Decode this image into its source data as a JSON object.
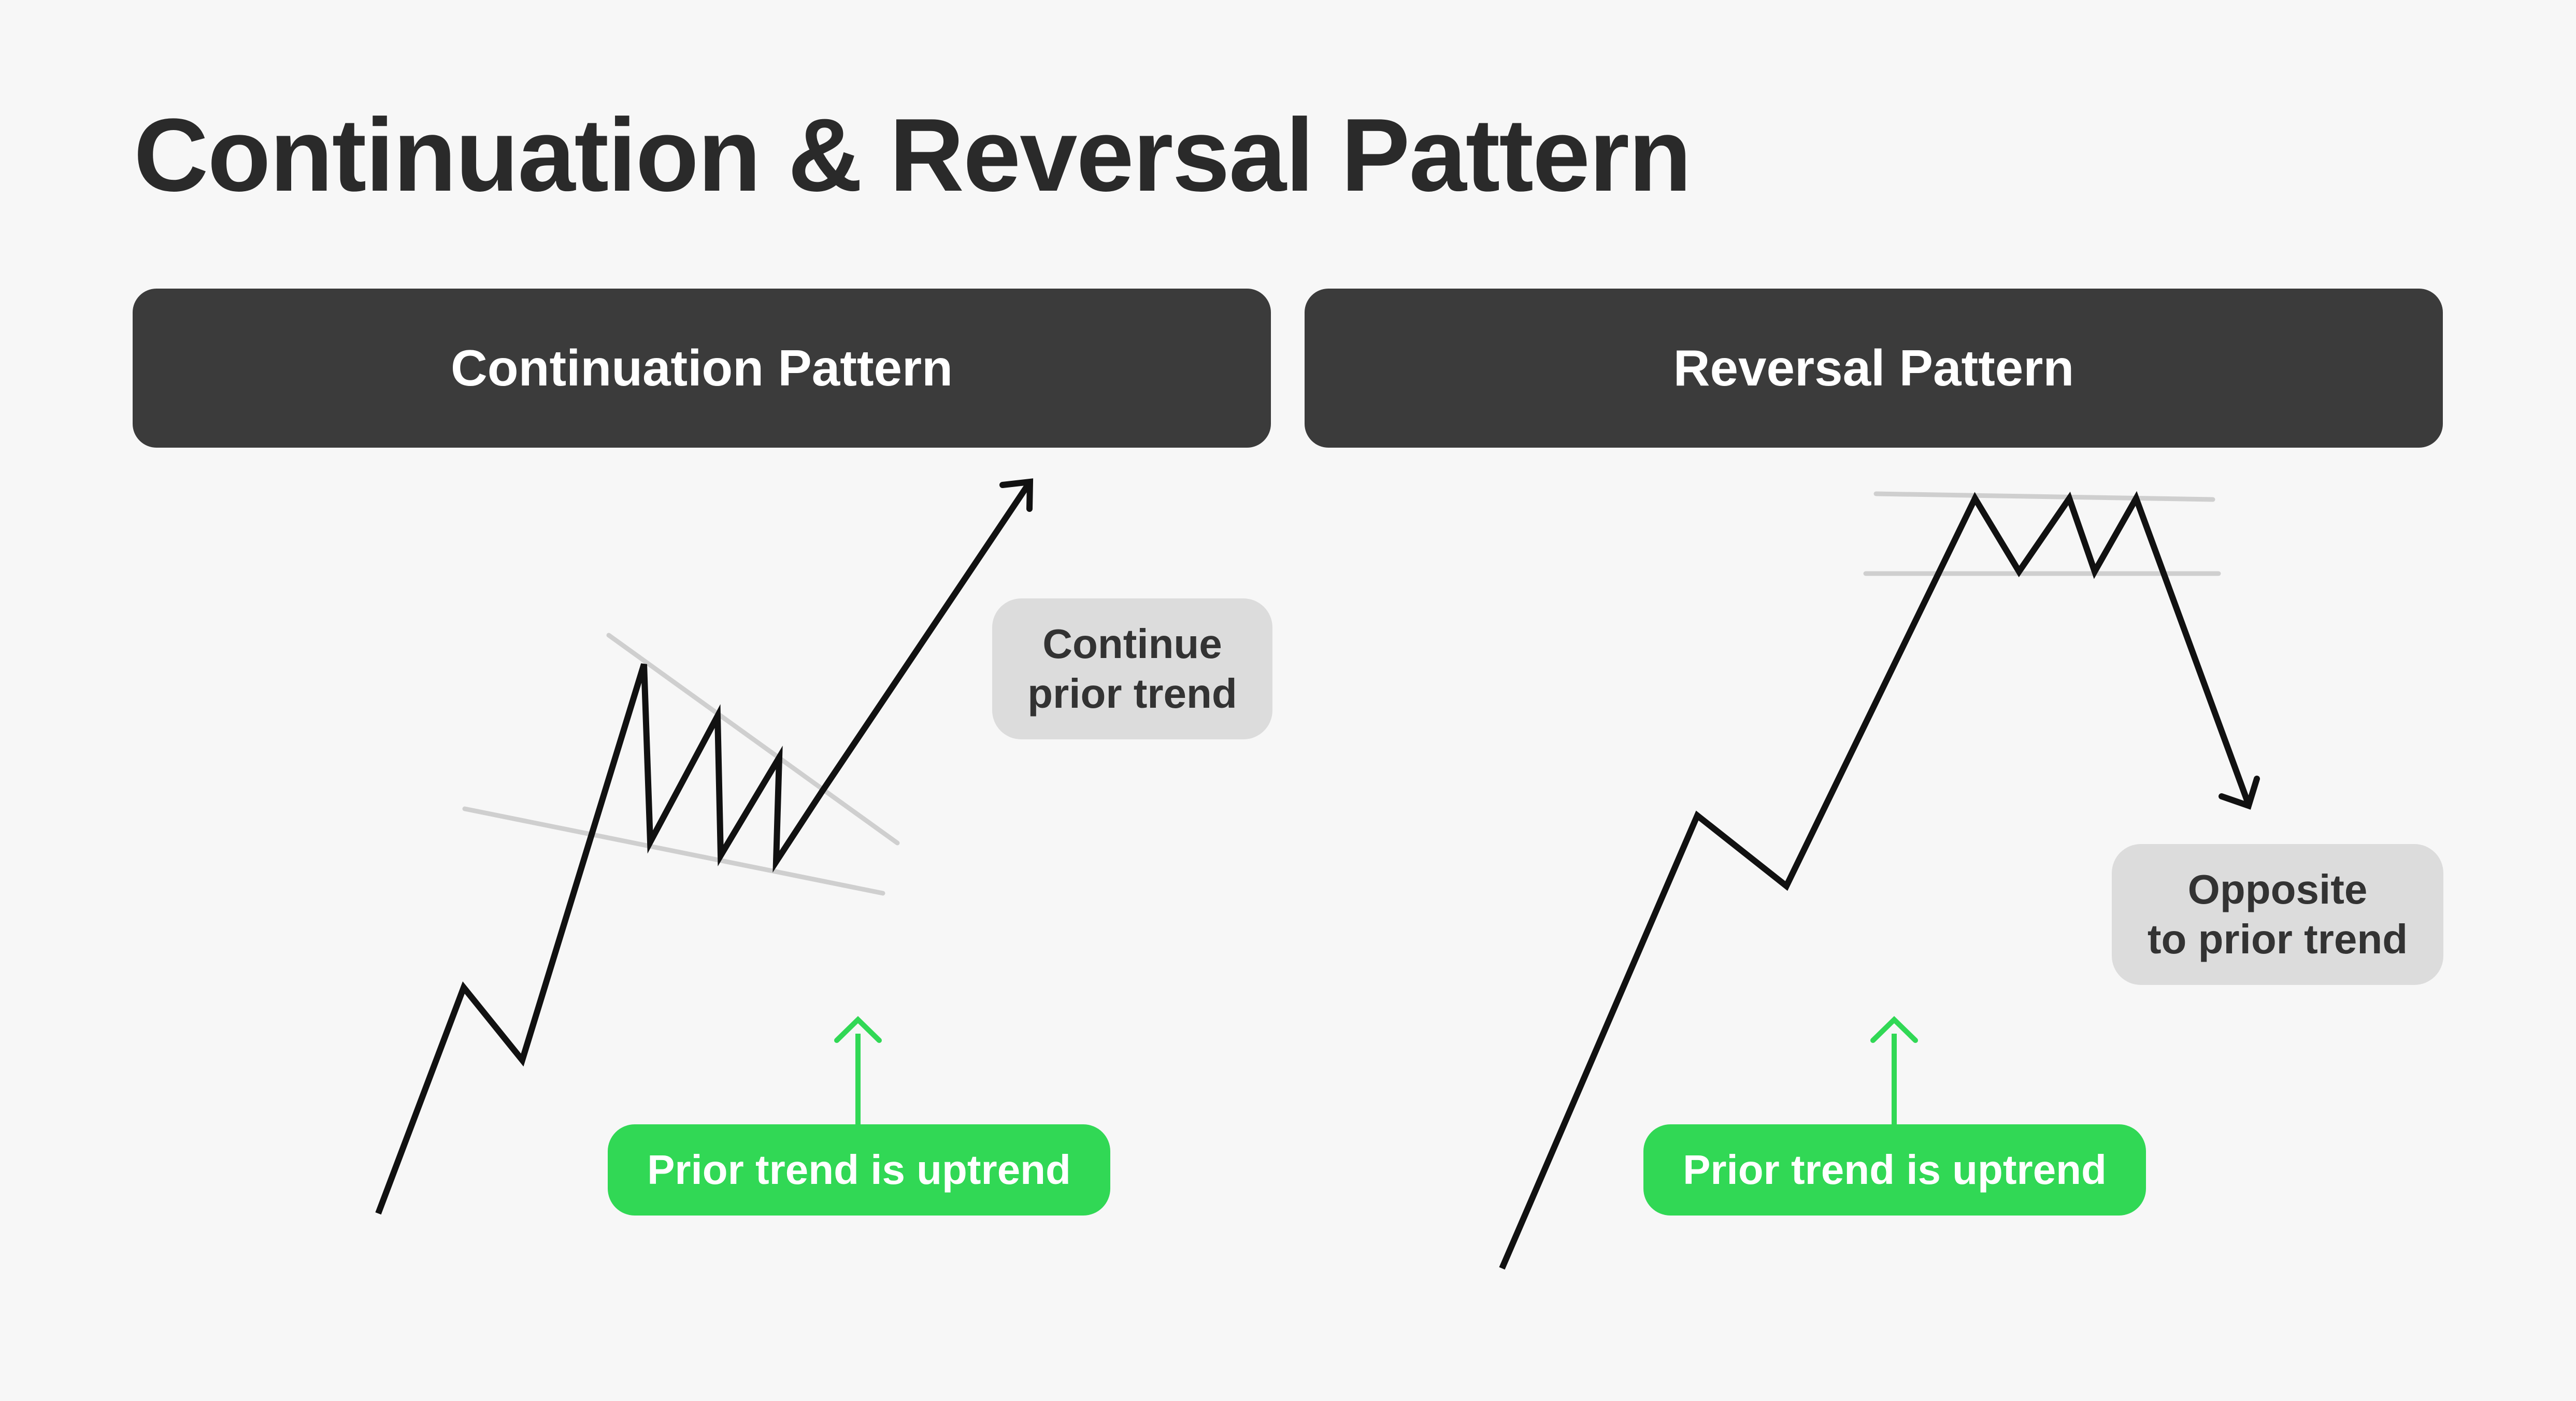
{
  "title": "Continuation & Reversal Pattern",
  "panels": {
    "continuation": {
      "header": "Continuation Pattern",
      "note_line1": "Continue",
      "note_line2": "prior trend",
      "trend_label": "Prior trend is uptrend"
    },
    "reversal": {
      "header": "Reversal Pattern",
      "note_line1": "Opposite",
      "note_line2": "to prior trend",
      "trend_label": "Prior trend is uptrend"
    }
  },
  "colors": {
    "background": "#f7f7f7",
    "header": "#3b3b3b",
    "note": "#dcdcdc",
    "trend_green": "#31d855",
    "guide_line": "#cfcfcf",
    "price_line": "#111111"
  }
}
